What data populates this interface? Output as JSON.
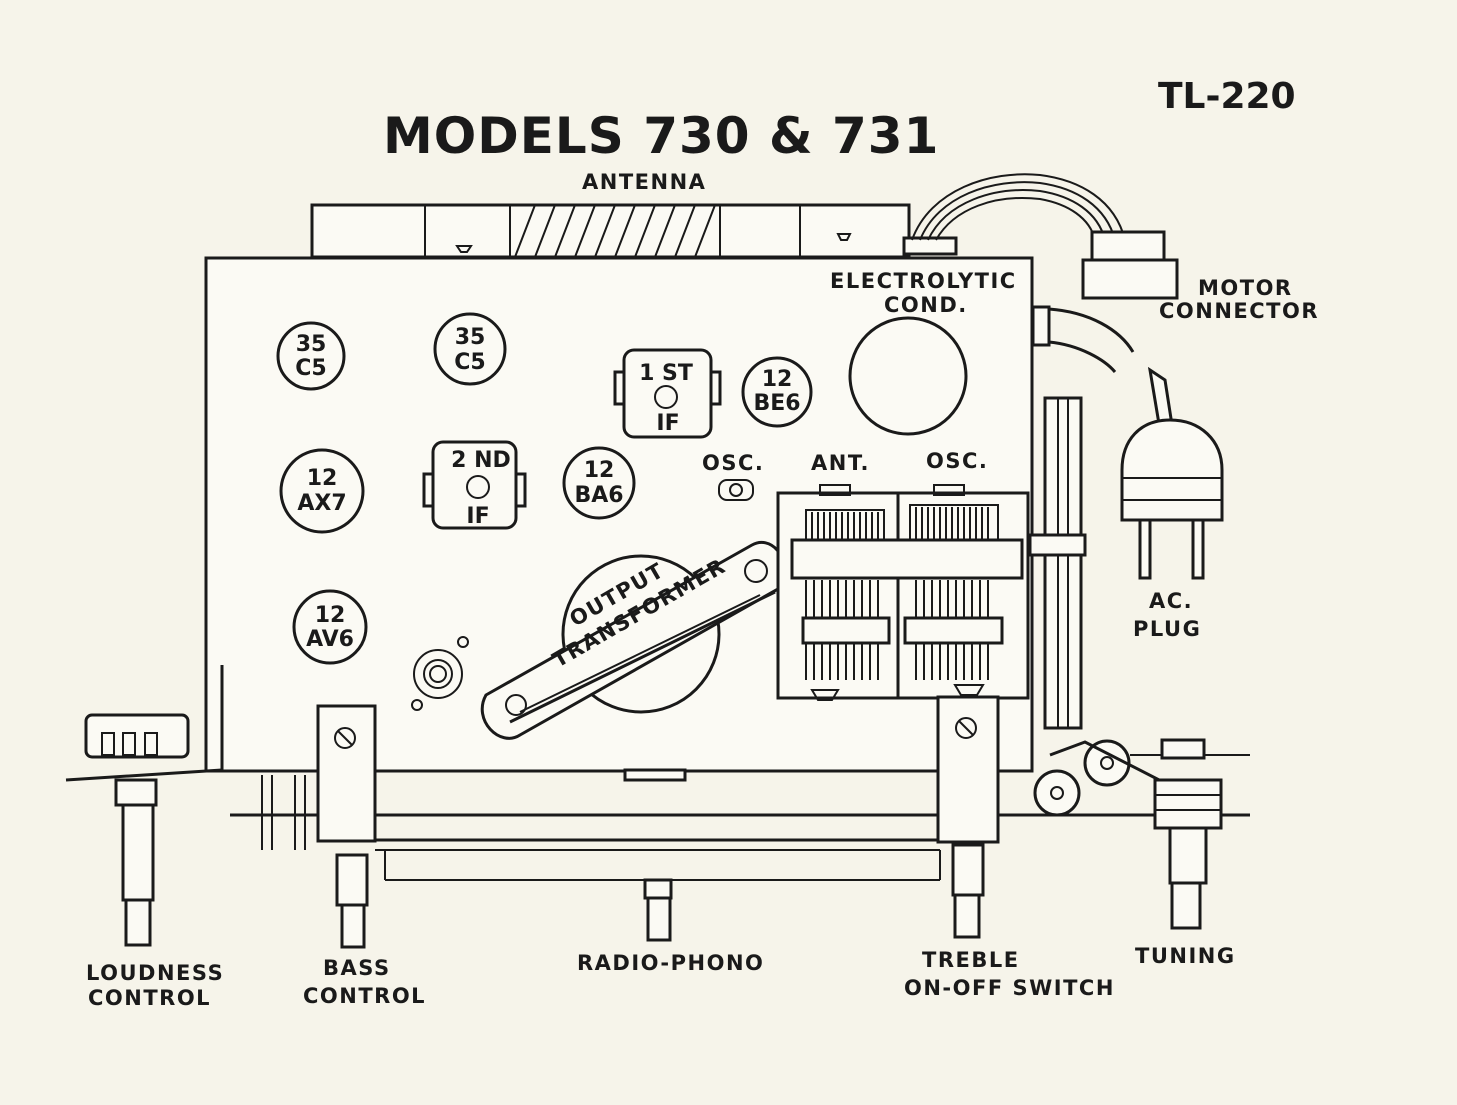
{
  "title": "MODELS 730 & 731",
  "code": "TL-220",
  "labels": {
    "antenna": "ANTENNA",
    "electrolytic_1": "ELECTROLYTIC",
    "electrolytic_2": "COND.",
    "motor_1": "MOTOR",
    "motor_2": "CONNECTOR",
    "ac_1": "AC.",
    "ac_2": "PLUG",
    "osc_coil": "OSC.",
    "ant_gang": "ANT.",
    "osc_gang": "OSC.",
    "output_1": "OUTPUT",
    "output_2": "TRANSFORMER",
    "loudness_1": "LOUDNESS",
    "loudness_2": "CONTROL",
    "bass_1": "BASS",
    "bass_2": "CONTROL",
    "radio_phono": "RADIO-PHONO",
    "treble_1": "TREBLE",
    "treble_2": "ON-OFF SWITCH",
    "tuning": "TUNING"
  },
  "tubes": {
    "t35c5_a": {
      "l1": "35",
      "l2": "C5"
    },
    "t35c5_b": {
      "l1": "35",
      "l2": "C5"
    },
    "t12ax7": {
      "l1": "12",
      "l2": "AX7"
    },
    "t12av6": {
      "l1": "12",
      "l2": "AV6"
    },
    "t12ba6": {
      "l1": "12",
      "l2": "BA6"
    },
    "t12be6": {
      "l1": "12",
      "l2": "BE6"
    }
  },
  "if_cans": {
    "first": {
      "l1": "1 ST",
      "l2": "IF"
    },
    "second": {
      "l1": "2 ND",
      "l2": "IF"
    }
  }
}
